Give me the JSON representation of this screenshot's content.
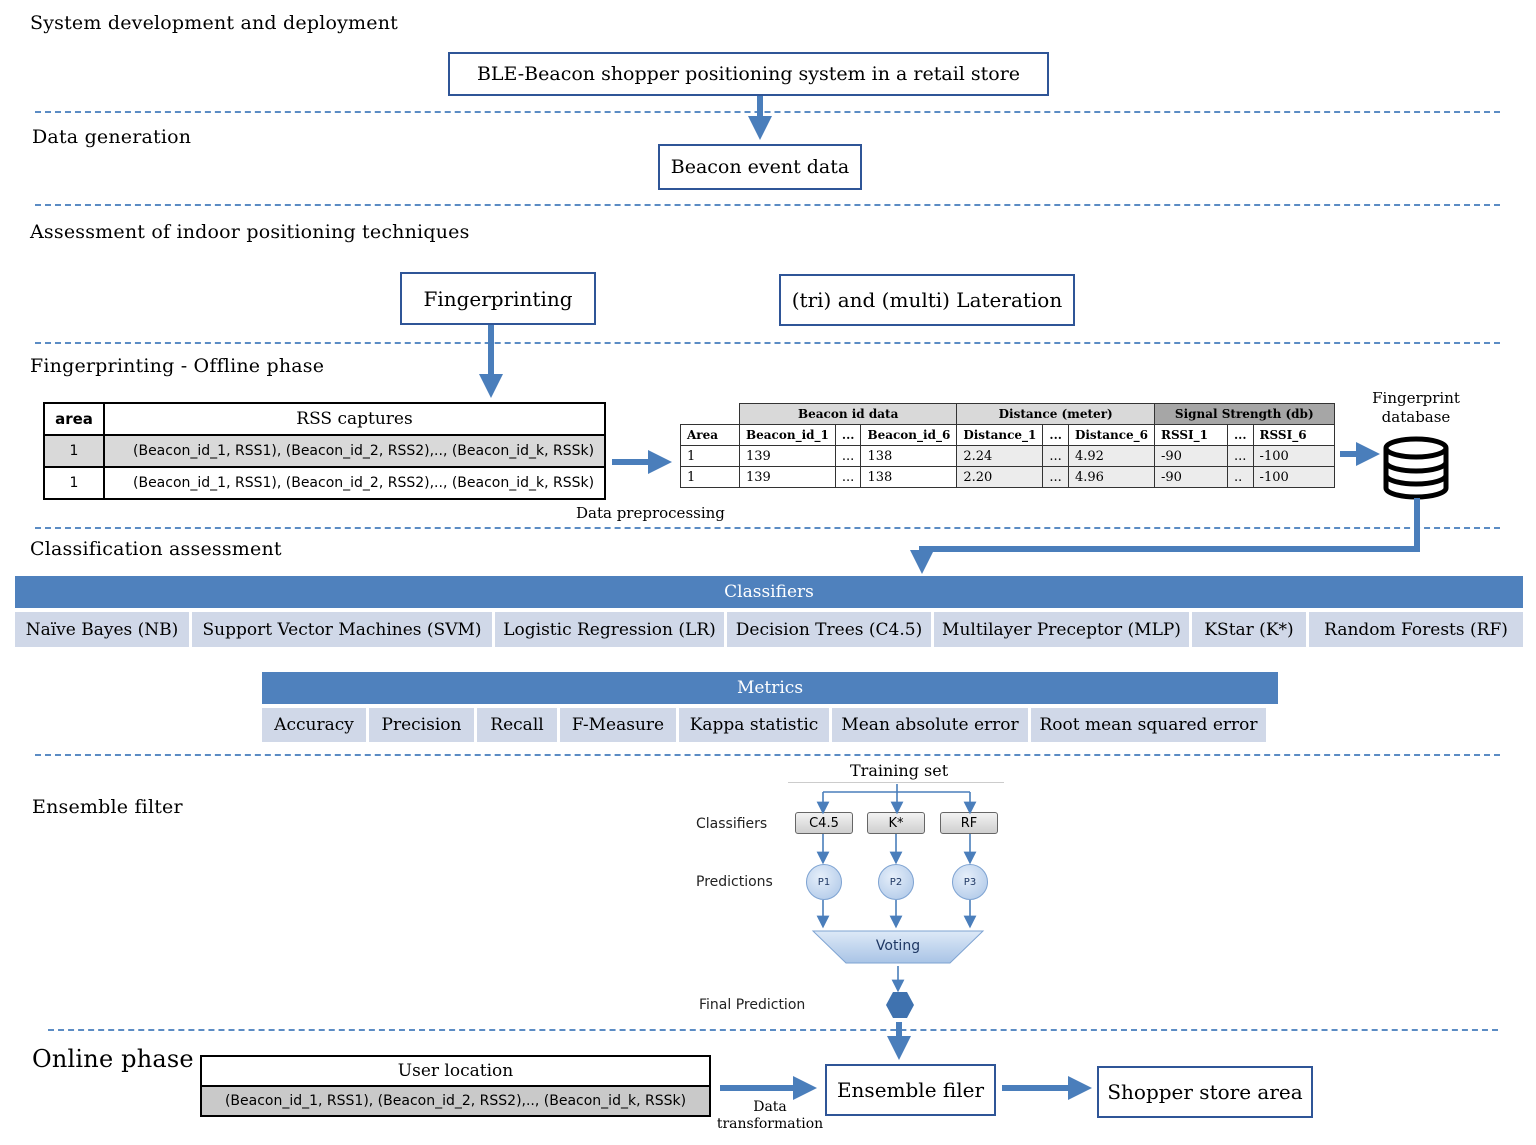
{
  "sections": {
    "system_dev": "System development and deployment",
    "data_gen": "Data generation",
    "assessment": "Assessment of indoor positioning techniques",
    "offline": "Fingerprinting - Offline phase",
    "classification": "Classification assessment",
    "ensemble": "Ensemble filter",
    "online": "Online  phase"
  },
  "boxes": {
    "ble_system": "BLE-Beacon shopper positioning system in a retail store",
    "beacon_event": "Beacon event data",
    "fingerprinting": "Fingerprinting",
    "lateration": "(tri) and (multi) Lateration",
    "ensemble_filer": "Ensemble filer",
    "shopper_area": "Shopper store area"
  },
  "rss_table": {
    "headers": [
      "area",
      "RSS captures"
    ],
    "rows": [
      [
        "1",
        "(Beacon_id_1, RSS1), (Beacon_id_2, RSS2),.., (Beacon_id_k, RSSk)"
      ],
      [
        "1",
        "(Beacon_id_1, RSS1), (Beacon_id_2, RSS2),.., (Beacon_id_k, RSSk)"
      ]
    ]
  },
  "data_preprocessing": "Data preprocessing",
  "beacon_table": {
    "groups": [
      "Beacon id data",
      "Distance (meter)",
      "Signal Strength (db)"
    ],
    "columns": [
      "Area",
      "Beacon_id_1",
      "...",
      "Beacon_id_6",
      "Distance_1",
      "...",
      "Distance_6",
      "RSSI_1",
      "...",
      "RSSI_6"
    ],
    "rows": [
      [
        "1",
        "139",
        "...",
        "138",
        "2.24",
        "...",
        "4.92",
        "-90",
        "...",
        "-100"
      ],
      [
        "1",
        "139",
        "...",
        "138",
        "2.20",
        "...",
        "4.96",
        "-90",
        "..",
        "-100"
      ]
    ]
  },
  "fingerprint_db": {
    "line1": "Fingerprint",
    "line2": "database"
  },
  "classifiers": {
    "header": "Classifiers",
    "items": [
      "Naïve Bayes (NB)",
      "Support Vector Machines (SVM)",
      "Logistic Regression (LR)",
      "Decision Trees (C4.5)",
      "Multilayer Preceptor (MLP)",
      "KStar (K*)",
      "Random Forests (RF)"
    ]
  },
  "metrics": {
    "header": "Metrics",
    "items": [
      "Accuracy",
      "Precision",
      "Recall",
      "F-Measure",
      "Kappa statistic",
      "Mean absolute error",
      "Root mean squared error"
    ]
  },
  "ensemble": {
    "training_set": "Training set",
    "classifiers_label": "Classifiers",
    "predictions_label": "Predictions",
    "final_label": "Final Prediction",
    "voting": "Voting",
    "classifier_boxes": [
      "C4.5",
      "K*",
      "RF"
    ],
    "predictions": [
      "P1",
      "P2",
      "P3"
    ]
  },
  "online": {
    "user_location": "User location",
    "user_rss": "(Beacon_id_1, RSS1), (Beacon_id_2, RSS2),.., (Beacon_id_k, RSSk)",
    "data_transformation_1": "Data",
    "data_transformation_2": "transformation"
  },
  "colors": {
    "accent": "#4f81bd",
    "cell": "#d0d8e8",
    "dash": "#5b8cc4",
    "arrow": "#4a7ebb"
  }
}
